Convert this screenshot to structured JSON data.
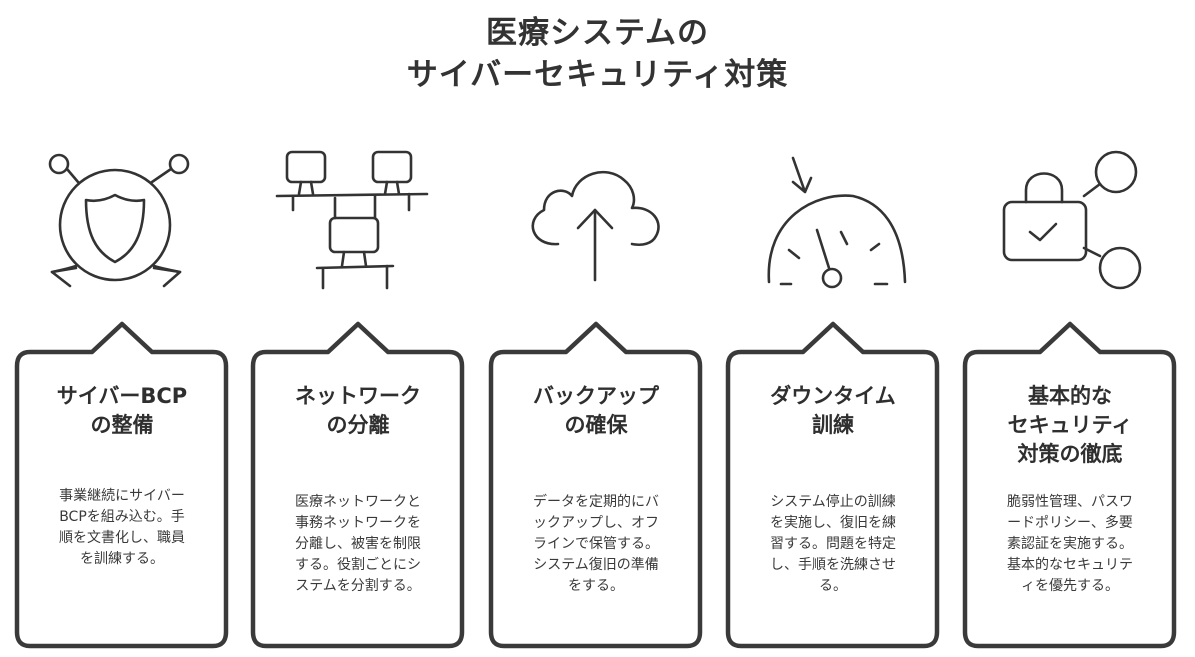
{
  "title": {
    "line1": "医療システムの",
    "line2": "サイバーセキュリティ対策"
  },
  "cards": [
    {
      "icon": "shield-network-icon",
      "heading": [
        "サイバーBCP",
        "の整備"
      ],
      "body": [
        "事業継続にサイバー",
        "BCPを組み込む。手",
        "順を文書化し、職員",
        "を訓練する。"
      ]
    },
    {
      "icon": "computer-network-icon",
      "heading": [
        "ネットワーク",
        "の分離"
      ],
      "body": [
        "医療ネットワークと",
        "事務ネットワークを",
        "分離し、被害を制限",
        "する。役割ごとにシ",
        "ステムを分割する。"
      ]
    },
    {
      "icon": "cloud-upload-icon",
      "heading": [
        "バックアップ",
        "の確保"
      ],
      "body": [
        "データを定期的にバ",
        "ックアップし、オフ",
        "ラインで保管する。",
        "システム復旧の準備",
        "をする。"
      ]
    },
    {
      "icon": "gauge-icon",
      "heading": [
        "ダウンタイム",
        "訓練"
      ],
      "body": [
        "システム停止の訓練",
        "を実施し、復旧を練",
        "習する。問題を特定",
        "し、手順を洗練させ",
        "る。"
      ]
    },
    {
      "icon": "lock-share-icon",
      "heading": [
        "基本的な",
        "セキュリティ",
        "対策の徹底"
      ],
      "body": [
        "脆弱性管理、パスワ",
        "ードポリシー、多要",
        "素認証を実施する。",
        "基本的なセキュリテ",
        "ィを優先する。"
      ]
    }
  ]
}
